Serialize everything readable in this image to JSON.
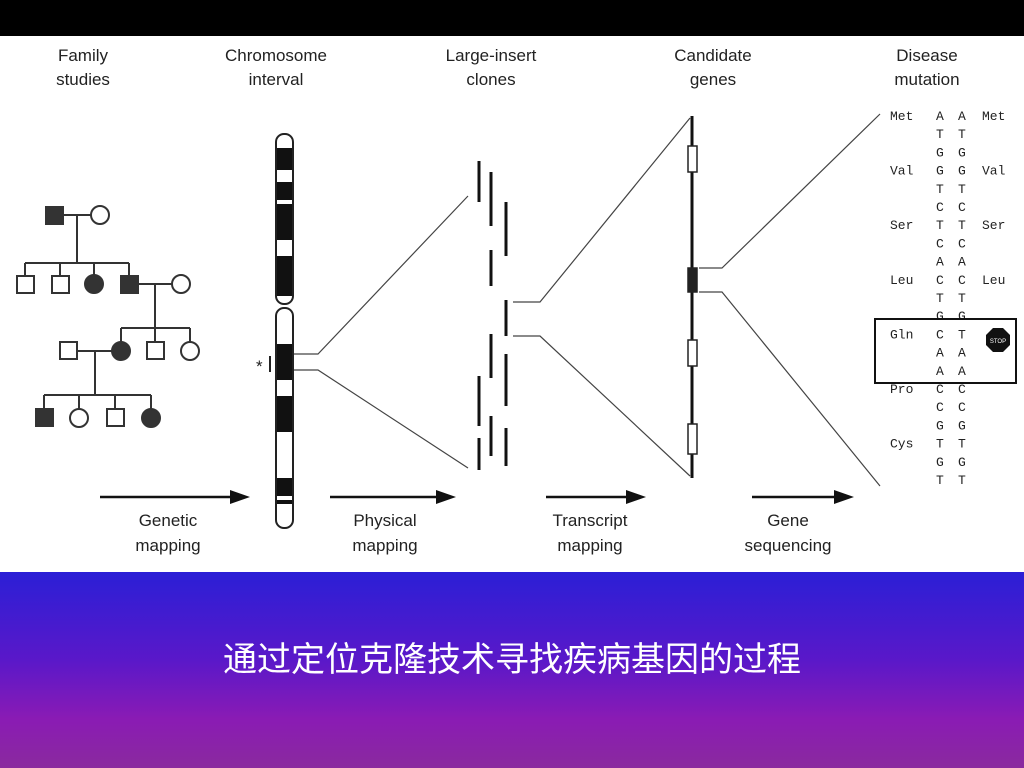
{
  "stages": [
    {
      "line1": "Family",
      "line2": "studies"
    },
    {
      "line1": "Chromosome",
      "line2": "interval"
    },
    {
      "line1": "Large-insert",
      "line2": "clones"
    },
    {
      "line1": "Candidate",
      "line2": "genes"
    },
    {
      "line1": "Disease",
      "line2": "mutation"
    }
  ],
  "methods": [
    {
      "line1": "Genetic",
      "line2": "mapping"
    },
    {
      "line1": "Physical",
      "line2": "mapping"
    },
    {
      "line1": "Transcript",
      "line2": "mapping"
    },
    {
      "line1": "Gene",
      "line2": "sequencing"
    }
  ],
  "interval_marker": "*",
  "codons": [
    {
      "left_aa": "Met",
      "left": [
        "A",
        "T",
        "G"
      ],
      "right": [
        "A",
        "T",
        "G"
      ],
      "right_aa": "Met"
    },
    {
      "left_aa": "Val",
      "left": [
        "G",
        "T",
        "C"
      ],
      "right": [
        "G",
        "T",
        "C"
      ],
      "right_aa": "Val"
    },
    {
      "left_aa": "Ser",
      "left": [
        "T",
        "C",
        "A"
      ],
      "right": [
        "T",
        "C",
        "A"
      ],
      "right_aa": "Ser"
    },
    {
      "left_aa": "Leu",
      "left": [
        "C",
        "T",
        "G"
      ],
      "right": [
        "C",
        "T",
        "G"
      ],
      "right_aa": "Leu"
    },
    {
      "left_aa": "Gln",
      "left": [
        "C",
        "A",
        "A"
      ],
      "right": [
        "T",
        "A",
        "A"
      ],
      "right_aa": ""
    },
    {
      "left_aa": "Pro",
      "left": [
        "C",
        "C",
        "G"
      ],
      "right": [
        "C",
        "C",
        "G"
      ],
      "right_aa": ""
    },
    {
      "left_aa": "Cys",
      "left": [
        "T",
        "G",
        "T"
      ],
      "right": [
        "T",
        "G",
        "T"
      ],
      "right_aa": ""
    }
  ],
  "stop_sign": "STOP",
  "caption": "通过定位克隆技术寻找疾病基因的过程"
}
